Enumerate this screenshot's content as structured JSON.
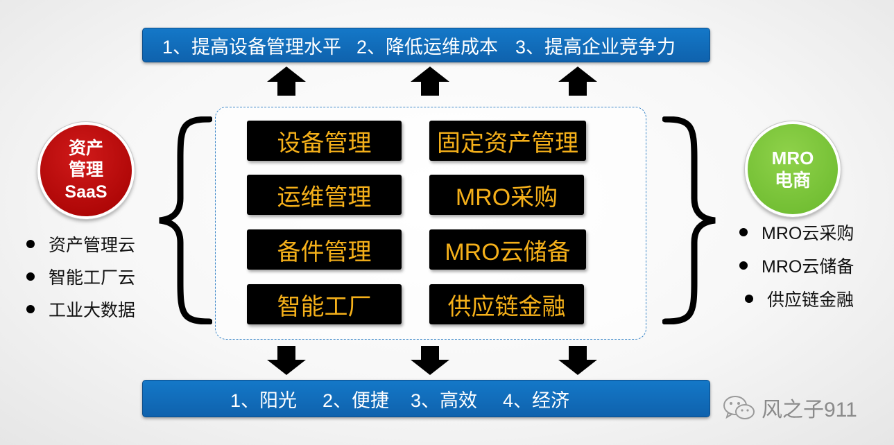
{
  "top_banner": {
    "item1": "1、提高设备管理水平",
    "item2": "2、降低运维成本",
    "item3": "3、提高企业竞争力"
  },
  "bottom_banner": {
    "item1": "1、阳光",
    "item2": "2、便捷",
    "item3": "3、高效",
    "item4": "4、经济"
  },
  "modules": {
    "left": [
      "设备管理",
      "运维管理",
      "备件管理",
      "智能工厂"
    ],
    "right": [
      "固定资产管理",
      "MRO采购",
      "MRO云储备",
      "供应链金融"
    ]
  },
  "left_circle": {
    "line1": "资产",
    "line2": "管理",
    "line3": "SaaS"
  },
  "right_circle": {
    "line1": "MRO",
    "line2": "电商"
  },
  "left_list": [
    "资产管理云",
    "智能工厂云",
    "工业大数据"
  ],
  "right_list": [
    "MRO云采购",
    "MRO云储备",
    "供应链金融"
  ],
  "watermark": {
    "text": "风之子911",
    "icon": "wechat-icon"
  },
  "colors": {
    "banner": "#1270c0",
    "module_bg": "#000000",
    "module_text": "#f5b01a",
    "left_circle": "#b80e0e",
    "right_circle": "#7dc43a"
  }
}
